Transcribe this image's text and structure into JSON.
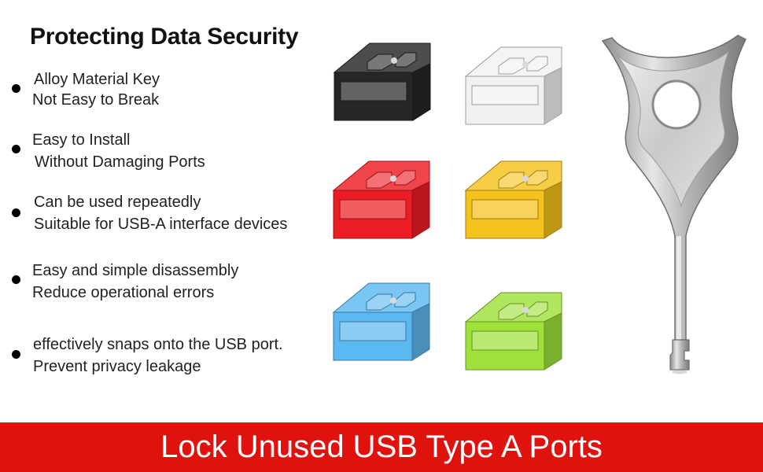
{
  "title": "Protecting Data Security",
  "features": [
    {
      "line1": "Alloy Material Key",
      "line2": "Not Easy to Break"
    },
    {
      "line1": "Easy to Install",
      "line2": "Without Damaging Ports"
    },
    {
      "line1": "Can be used repeatedly",
      "line2": "Suitable for USB-A interface devices"
    },
    {
      "line1": "Easy and simple disassembly",
      "line2": "Reduce operational errors"
    },
    {
      "line1": "effectively snaps onto the USB port.",
      "line2": "Prevent privacy leakage"
    }
  ],
  "locks": [
    {
      "name": "black",
      "color": "#262626"
    },
    {
      "name": "white",
      "color": "#f1f1f1"
    },
    {
      "name": "red",
      "color": "#ec1c24"
    },
    {
      "name": "yellow",
      "color": "#f4c21c"
    },
    {
      "name": "blue",
      "color": "#5cb8f0"
    },
    {
      "name": "green",
      "color": "#9ee13a"
    }
  ],
  "banner": {
    "text": "Lock Unused USB Type A Ports",
    "color": "#e0120e"
  }
}
